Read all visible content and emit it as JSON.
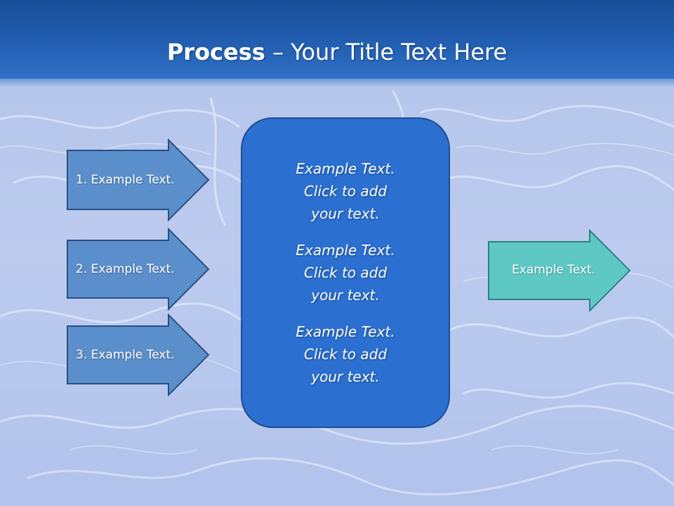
{
  "title": {
    "bold": "Process",
    "rest": " – Your Title Text Here"
  },
  "inputs": [
    {
      "label": "1. Example Text."
    },
    {
      "label": "2. Example Text."
    },
    {
      "label": "3. Example Text."
    }
  ],
  "center": {
    "items": [
      {
        "line1": "Example Text.",
        "line2": "Click  to add",
        "line3": "your text."
      },
      {
        "line1": "Example Text.",
        "line2": "Click  to add",
        "line3": "your text."
      },
      {
        "line1": "Example Text.",
        "line2": "Click  to add",
        "line3": "your text."
      }
    ]
  },
  "output": {
    "label": "Example Text."
  },
  "colors": {
    "header": "#2360b4",
    "input_arrow_fill": "#5b8fcb",
    "input_arrow_stroke": "#2a4e80",
    "center_fill": "#2b6fd0",
    "center_stroke": "#1f4e8f",
    "output_arrow_fill": "#5ec9c4",
    "output_arrow_stroke": "#2f7f86"
  }
}
